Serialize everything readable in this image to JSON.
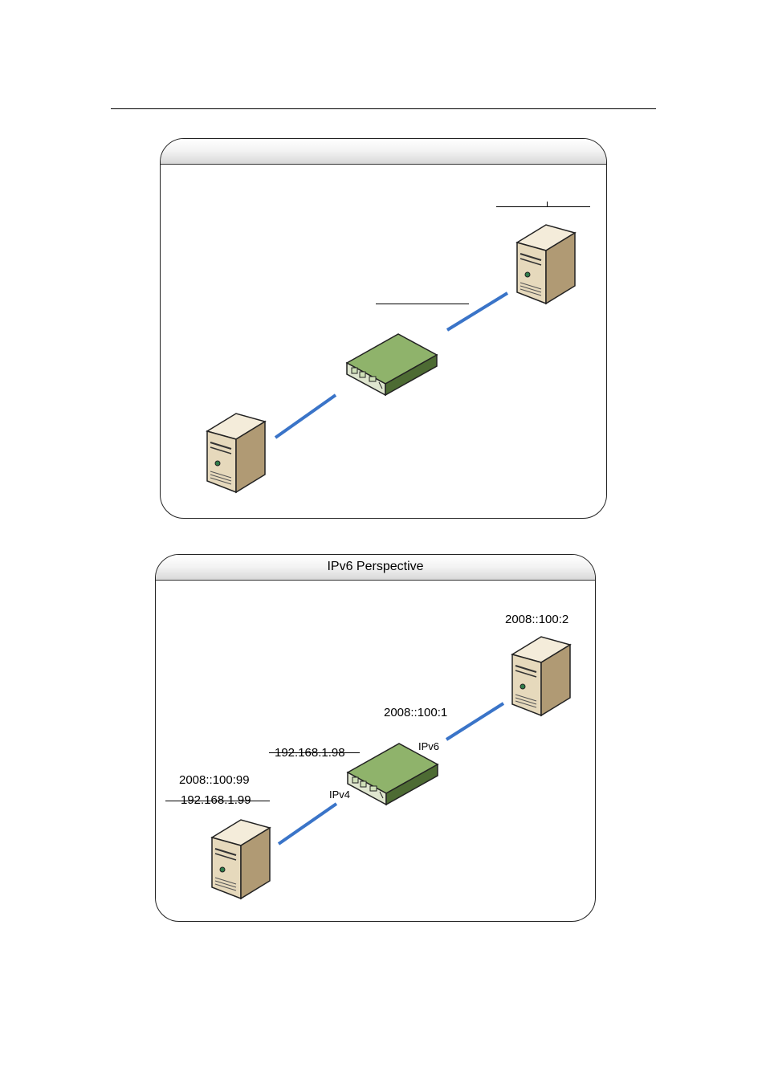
{
  "colors": {
    "link": "#3a74c8",
    "server_face": "#e8dcc2",
    "server_side": "#b39f7c",
    "router_top": "#8fb36b",
    "router_side": "#4d6b33"
  },
  "top_panel": {
    "title": ""
  },
  "bottom_panel": {
    "title": "IPv6 Perspective",
    "labels": {
      "server_right_addr": "2008::100:2",
      "router_ipv6_addr": "2008::100:1",
      "router_ipv4_addr": "192.168.1.98",
      "server_left_ipv6": "2008::100:99",
      "server_left_ipv4": "192.168.1.99",
      "port_ipv6": "IPv6",
      "port_ipv4": "IPv4"
    }
  },
  "icons": {
    "server": "server-tower-icon",
    "router": "router-box-icon"
  }
}
